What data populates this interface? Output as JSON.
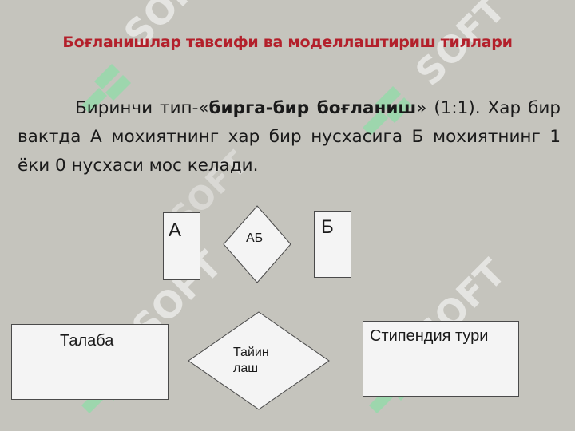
{
  "slide": {
    "title": "Боғланишлар тавсифи ва моделлаштириш тиллари",
    "text": {
      "p1": "Биринчи тип-«",
      "bold": "бирга-бир боғланиш",
      "p2": "» (1:1). Хар бир вактда А мохиятнинг хар бир нусхасига Б мохиятнинг 1 ёки 0 нусхаси мос келади."
    }
  },
  "diagram": {
    "top": {
      "entity_a": "А",
      "relation": "АБ",
      "entity_b": "Б"
    },
    "bottom": {
      "entity_left": "Талаба",
      "relation_line1": "Тайин",
      "relation_line2": "лаш",
      "entity_right": "Стипендия тури"
    }
  },
  "watermark": {
    "text": "SOFT"
  },
  "colors": {
    "background": "#c5c4bd",
    "title": "#b3202b",
    "shape_fill": "#f4f4f4",
    "shape_border": "#4a4a4a",
    "watermark": "#ffffff",
    "watermark_mark": "#8fdca8"
  }
}
